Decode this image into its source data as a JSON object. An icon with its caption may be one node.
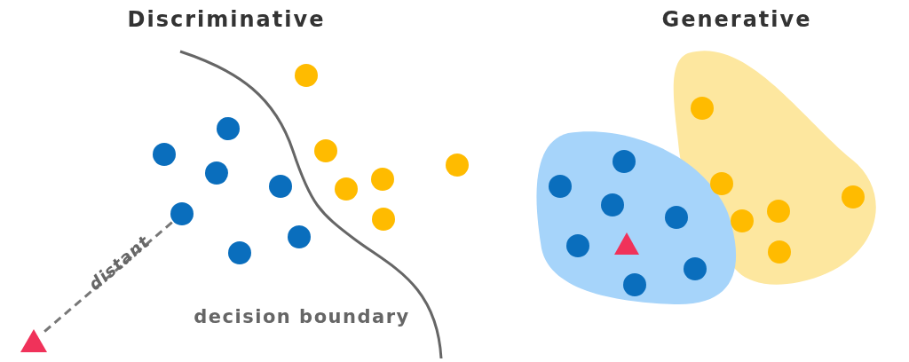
{
  "diagram": {
    "nodes": [
      {
        "text": [],
        "shape": "triangle"
      },
      {
        "text": [],
        "shape": "circle"
      },
      {
        "text": [],
        "shape": "circle"
      },
      {
        "text": [],
        "shape": "circle"
      },
      {
        "text": [],
        "shape": "circle"
      },
      {
        "text": [],
        "shape": "circle"
      },
      {
        "text": [],
        "shape": "circle"
      },
      {
        "text": [],
        "shape": "circle"
      },
      {
        "text": [],
        "shape": "circle"
      },
      {
        "text": [],
        "shape": "circle"
      },
      {
        "text": [],
        "shape": "circle"
      },
      {
        "text": [],
        "shape": "circle"
      },
      {
        "text": [],
        "shape": "triangle"
      },
      {
        "text": [],
        "shape": "circle"
      },
      {
        "text": [],
        "shape": "circle"
      },
      {
        "text": [],
        "shape": "circle"
      }
    ],
    "edges": [
      {
        "from": 0,
        "to": 2,
        "arrow": "none",
        "style": "dashed",
        "label": "distant"
      }
    ],
    "labels": [
      "Discriminative",
      "Generative",
      "decision boundary"
    ]
  }
}
